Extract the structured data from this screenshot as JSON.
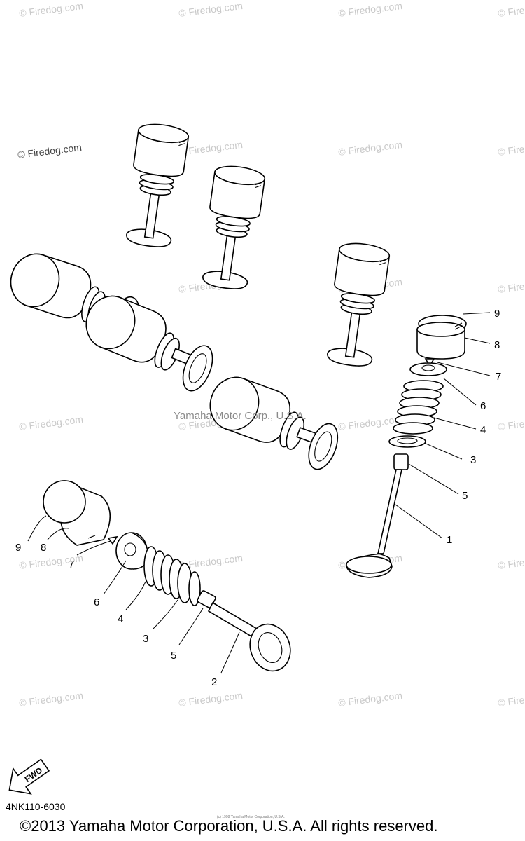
{
  "watermark": {
    "text": "© Firedog.com"
  },
  "center_credit": "Yamaha Motor Corp., U.S.A.",
  "callouts": {
    "right_assembly": [
      "9",
      "8",
      "7",
      "6",
      "4",
      "3",
      "5",
      "1"
    ],
    "left_assembly": [
      "9",
      "8",
      "7",
      "6",
      "4",
      "3",
      "5",
      "2"
    ]
  },
  "fwd_label": "FWD",
  "part_code": "4NK110-6030",
  "tiny_note": "(c) 1998 Yamaha Motor Corporation, U.S.A.",
  "copyright": "©2013 Yamaha Motor Corporation, U.S.A. All rights reserved."
}
